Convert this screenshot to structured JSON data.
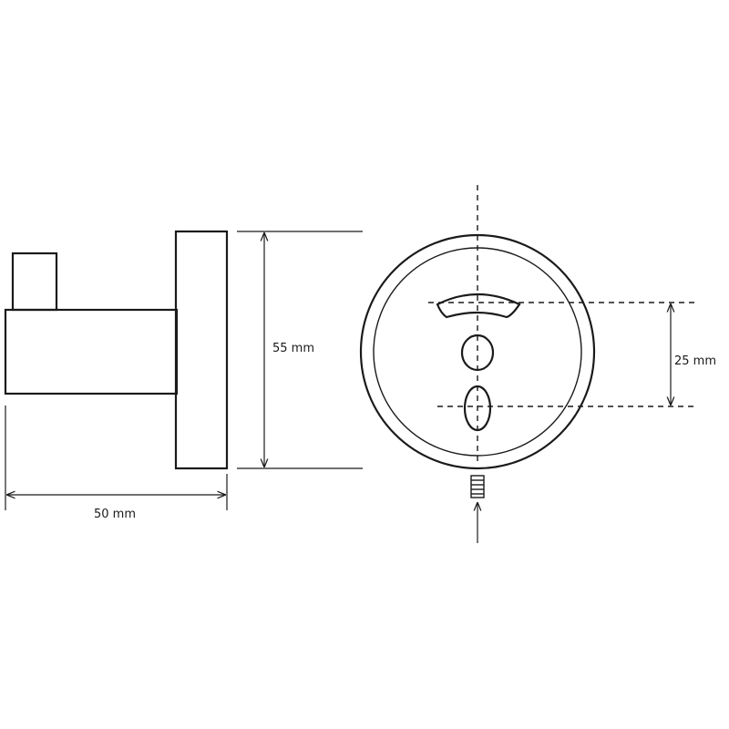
{
  "dimensions": {
    "depth_label": "50 mm",
    "height_label": "55 mm",
    "hole_spacing_label": "25 mm"
  },
  "colors": {
    "ink": "#1a1a1a",
    "background": "#ffffff"
  }
}
